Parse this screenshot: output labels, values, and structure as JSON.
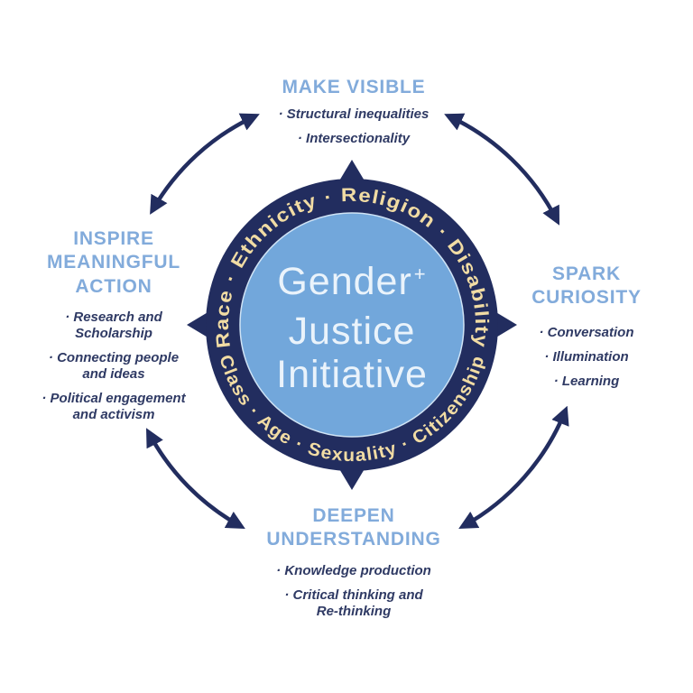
{
  "colors": {
    "navy": "#222D5F",
    "heading_blue": "#82ABDB",
    "center_circle_blue": "#72A7DB",
    "center_text": "#EAF3FB",
    "ring_label_cream": "#F1DCA4",
    "bullet_text_navy": "#2F3A64",
    "background": "#FFFFFF"
  },
  "center": {
    "line1": "Gender",
    "plus": "+",
    "line2": "Justice",
    "line3": "Initiative"
  },
  "ring": {
    "top_text": "Race · Ethnicity · Religion · Disability",
    "bottom_text": "Class · Age · Sexuality · Citizenship"
  },
  "sections": {
    "make_visible": {
      "heading": "MAKE VISIBLE",
      "bullets": [
        "· Structural inequalities",
        "· Intersectionality"
      ]
    },
    "spark_curiosity": {
      "heading": "SPARK\nCURIOSITY",
      "bullets": [
        "· Conversation",
        "· Illumination",
        "· Learning"
      ]
    },
    "deepen_understanding": {
      "heading": "DEEPEN\nUNDERSTANDING",
      "bullets": [
        "· Knowledge production",
        "· Critical thinking and\nRe-thinking"
      ]
    },
    "inspire_action": {
      "heading": "INSPIRE\nMEANINGFUL\nACTION",
      "bullets": [
        "· Research and\nScholarship",
        "· Connecting people\nand ideas",
        "· Political engagement\nand activism"
      ]
    }
  }
}
